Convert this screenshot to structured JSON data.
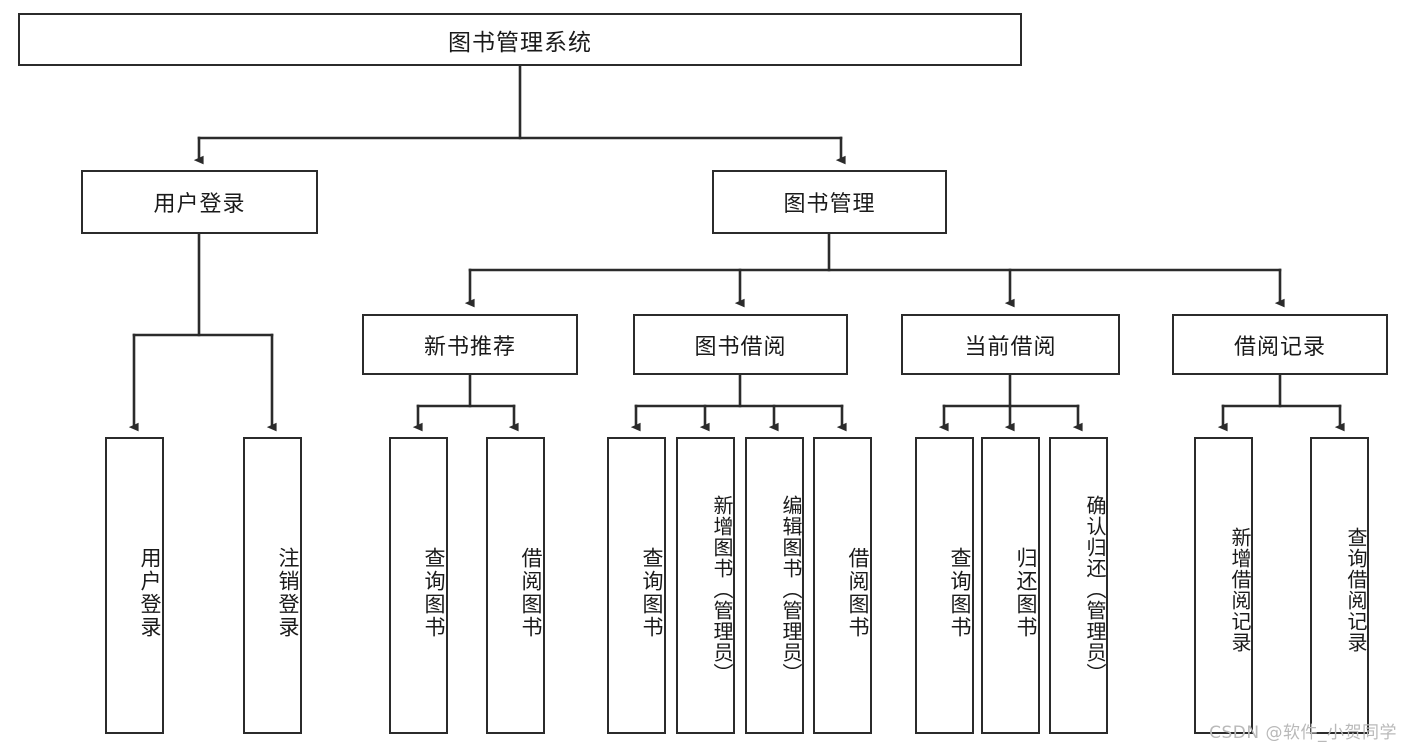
{
  "diagram": {
    "title": "图书管理系统",
    "type": "功能结构图",
    "root": {
      "label": "图书管理系统",
      "id": "root"
    },
    "level2": [
      {
        "id": "user-login",
        "label": "用户登录"
      },
      {
        "id": "book-manage",
        "label": "图书管理"
      }
    ],
    "level3": [
      {
        "id": "new-book-rec",
        "label": "新书推荐",
        "parent": "book-manage"
      },
      {
        "id": "book-borrow",
        "label": "图书借阅",
        "parent": "book-manage"
      },
      {
        "id": "current-borrow",
        "label": "当前借阅",
        "parent": "book-manage"
      },
      {
        "id": "borrow-record",
        "label": "借阅记录",
        "parent": "book-manage"
      }
    ],
    "leaves": [
      {
        "id": "leaf-user-login",
        "label": "用户登录",
        "parent": "user-login"
      },
      {
        "id": "leaf-user-logout",
        "label": "注销登录",
        "parent": "user-login"
      },
      {
        "id": "leaf-query-book-rec",
        "label": "查询图书",
        "parent": "new-book-rec"
      },
      {
        "id": "leaf-borrow-book-rec",
        "label": "借阅图书",
        "parent": "new-book-rec"
      },
      {
        "id": "leaf-query-book-bb",
        "label": "查询图书",
        "parent": "book-borrow"
      },
      {
        "id": "leaf-add-book-bb",
        "label": "新增图书（管理员）",
        "parent": "book-borrow"
      },
      {
        "id": "leaf-edit-book-bb",
        "label": "编辑图书（管理员）",
        "parent": "book-borrow"
      },
      {
        "id": "leaf-borrow-book-bb",
        "label": "借阅图书",
        "parent": "book-borrow"
      },
      {
        "id": "leaf-query-book-cb",
        "label": "查询图书",
        "parent": "current-borrow"
      },
      {
        "id": "leaf-return-book-cb",
        "label": "归还图书",
        "parent": "current-borrow"
      },
      {
        "id": "leaf-confirm-return-cb",
        "label": "确认归还（管理员）",
        "parent": "current-borrow"
      },
      {
        "id": "leaf-add-record-br",
        "label": "新增借阅记录",
        "parent": "borrow-record"
      },
      {
        "id": "leaf-query-record-br",
        "label": "查询借阅记录",
        "parent": "borrow-record"
      }
    ],
    "watermark": "CSDN @软件_小贺同学",
    "colors": {
      "stroke": "#2b2b2b",
      "background": "#ffffff",
      "text": "#1a1a1a",
      "watermark": "#b9b9b9"
    }
  }
}
